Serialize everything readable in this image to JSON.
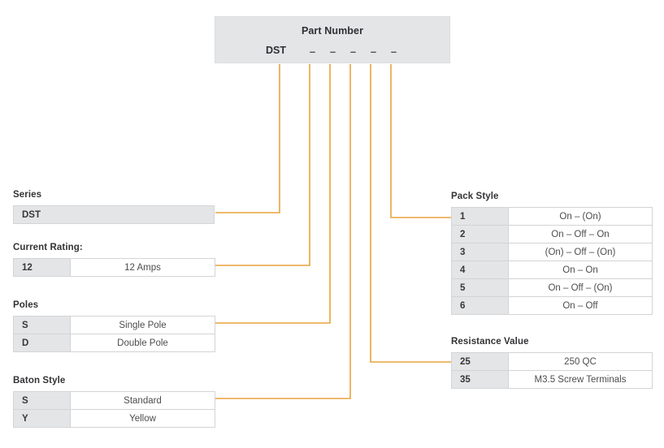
{
  "part_number": {
    "title": "Part Number",
    "prefix": "DST",
    "dashes": [
      "–",
      "–",
      "–",
      "–",
      "–"
    ]
  },
  "accent_color": "#E8A33D",
  "groups": {
    "series": {
      "title": "Series",
      "rows": [
        {
          "code": "DST",
          "desc": ""
        }
      ]
    },
    "current_rating": {
      "title": "Current Rating:",
      "rows": [
        {
          "code": "12",
          "desc": "12 Amps"
        }
      ]
    },
    "poles": {
      "title": "Poles",
      "rows": [
        {
          "code": "S",
          "desc": "Single Pole"
        },
        {
          "code": "D",
          "desc": "Double Pole"
        }
      ]
    },
    "baton_style": {
      "title": "Baton Style",
      "rows": [
        {
          "code": "S",
          "desc": "Standard"
        },
        {
          "code": "Y",
          "desc": "Yellow"
        }
      ]
    },
    "pack_style": {
      "title": "Pack Style",
      "rows": [
        {
          "code": "1",
          "desc": "On – (On)"
        },
        {
          "code": "2",
          "desc": "On – Off – On"
        },
        {
          "code": "3",
          "desc": "(On) – Off – (On)"
        },
        {
          "code": "4",
          "desc": "On – On"
        },
        {
          "code": "5",
          "desc": "On – Off – (On)"
        },
        {
          "code": "6",
          "desc": "On – Off"
        }
      ]
    },
    "resistance_value": {
      "title": "Resistance Value",
      "rows": [
        {
          "code": "25",
          "desc": "250 QC"
        },
        {
          "code": "35",
          "desc": "M3.5 Screw Terminals"
        }
      ]
    }
  }
}
